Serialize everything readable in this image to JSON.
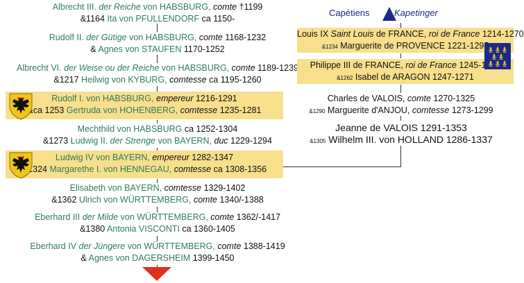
{
  "header": {
    "capetiens": "Capétiens",
    "kapetinger": "Kapetinger"
  },
  "left_column": [
    {
      "line1": [
        "Albrecht III. ",
        "der Reiche",
        " von HABSBURG, ",
        "comte",
        " †1199"
      ],
      "line2": [
        "&1164 ",
        "Ita von PFULLENDORF",
        " ca 1150-"
      ]
    },
    {
      "line1": [
        "Rudolf II. ",
        "der Gütige",
        " von HABSBURG, ",
        "comte",
        " 1168-1232"
      ],
      "line2": [
        "& ",
        "Agnes von STAUFEN",
        " 1170-1252"
      ]
    },
    {
      "line1": [
        "Albrecht VI. ",
        "der Weise ou der Reiche",
        " von HABSBURG, ",
        "comte",
        " 1189-1239"
      ],
      "line2": [
        "&1217 ",
        "Heilwig von KYBURG, ",
        "comtesse",
        " ca 1195-1260"
      ]
    },
    {
      "line1": [
        "Rudolf I. von HABSBURG, ",
        "empereur",
        " 1216-1291"
      ],
      "line2": [
        "&ca 1253 ",
        "Gertruda von HOHENBERG, ",
        "comtesse",
        " 1235-1281"
      ]
    },
    {
      "line1": [
        "Mechthild von HABSBURG",
        " ca 1252-1304"
      ],
      "line2": [
        "&1273 ",
        "Ludwig II. ",
        "der Strenge",
        " von BAYERN, ",
        "duc",
        " 1229-1294"
      ]
    },
    {
      "line1": [
        "Ludwig IV von BAYERN, ",
        "empereur",
        " 1282-1347"
      ],
      "line2": [
        "&1324 ",
        "Margarethe I. von HENNEGAU, ",
        "comtesse",
        " ca 1308-1356"
      ]
    },
    {
      "line1": [
        "Elisabeth von BAYERN, ",
        "comtesse",
        " 1329-1402"
      ],
      "line2": [
        "&1362 ",
        "Ulrich von WÜRTTEMBERG, ",
        "comte",
        " 1340/-1388"
      ]
    },
    {
      "line1": [
        "Eberhard III ",
        "der Milde",
        " von WÜRTTEMBERG, ",
        "comte",
        " 1362/-1417"
      ],
      "line2": [
        "&1380 ",
        "Antonia VISCONTI",
        " ca 1360-1405"
      ]
    },
    {
      "line1": [
        "Eberhard IV ",
        "der Jüngere",
        " von WÜRTTEMBERG, ",
        "comte",
        " 1388-1419"
      ],
      "line2": [
        "& ",
        "Agnes von DAGERSHEIM",
        " 1399-1450"
      ]
    }
  ],
  "right_column": [
    {
      "line1": [
        "Louis IX ",
        "Saint Louis",
        " de FRANCE, ",
        "roi de France",
        " 1214-1270"
      ],
      "line2": [
        "&1234",
        " Marguerite de PROVENCE 1221-1295"
      ]
    },
    {
      "line1": [
        "Philippe III de FRANCE, ",
        "roi de France",
        " 1245-1285"
      ],
      "line2": [
        "&1262",
        " Isabel de ARAGON 1247-1271"
      ]
    },
    {
      "line1": [
        "Charles de VALOIS, ",
        "comte",
        " 1270-1325"
      ],
      "line2": [
        "&1290",
        " Marguerite d'ANJOU, ",
        "comtesse",
        " 1273-1299"
      ]
    },
    {
      "line1": [
        "Jeanne de VALOIS 1291-1353"
      ],
      "line2": [
        "&1305",
        " Wilhelm III. von HOLLAND 1286-1337"
      ]
    }
  ],
  "colors": {
    "highlight": "#f7df8c",
    "green_name": "#2e7d5b",
    "navy": "#1a2a8c",
    "arrow_red": "#e0301e"
  }
}
